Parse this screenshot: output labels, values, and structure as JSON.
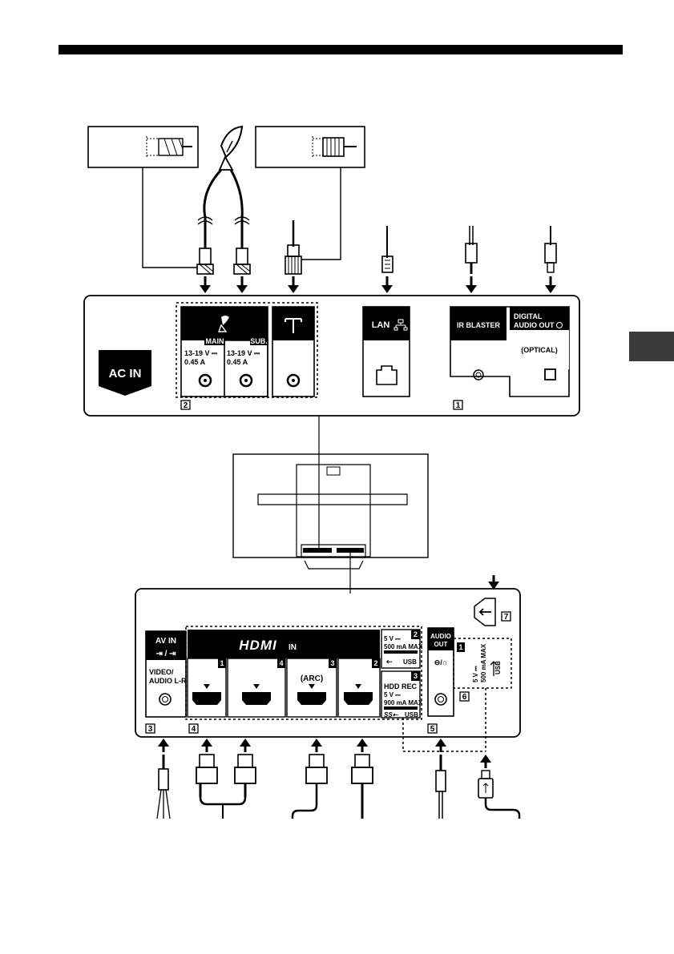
{
  "labels": {
    "ac_in": "AC IN",
    "main": "MAIN",
    "sub": "SUB.",
    "sat_rating": "13-19 V ⎓",
    "sat_current": "0.45 A",
    "lan": "LAN",
    "ir_blaster": "IR BLASTER",
    "digital_audio_out_1": "DIGITAL",
    "digital_audio_out_2": "AUDIO OUT",
    "optical": "(OPTICAL)",
    "av_in": "AV IN",
    "video_audio_1": "VIDEO/",
    "video_audio_2": "AUDIO L-R",
    "hdmi_logo": "HDMI",
    "hdmi_in": "IN",
    "arc": "(ARC)",
    "usb_rating_5v": "5 V ⎓",
    "usb_500": "500 mA MAX",
    "usb": "USB",
    "hdd_rec": "HDD REC",
    "usb_900": "900 mA MAX",
    "ss_usb": "USB",
    "audio_out_1": "AUDIO",
    "audio_out_2": "OUT",
    "side_usb_rating": "5 V ⎓",
    "side_usb_500": "500 mA MAX",
    "side_usb": "USB"
  },
  "hdmi_ports": [
    "1",
    "4",
    "3",
    "2"
  ],
  "callouts": [
    "1",
    "2",
    "3",
    "4",
    "5",
    "6",
    "7"
  ],
  "usb_port_numbers": [
    "2",
    "3",
    "1"
  ]
}
